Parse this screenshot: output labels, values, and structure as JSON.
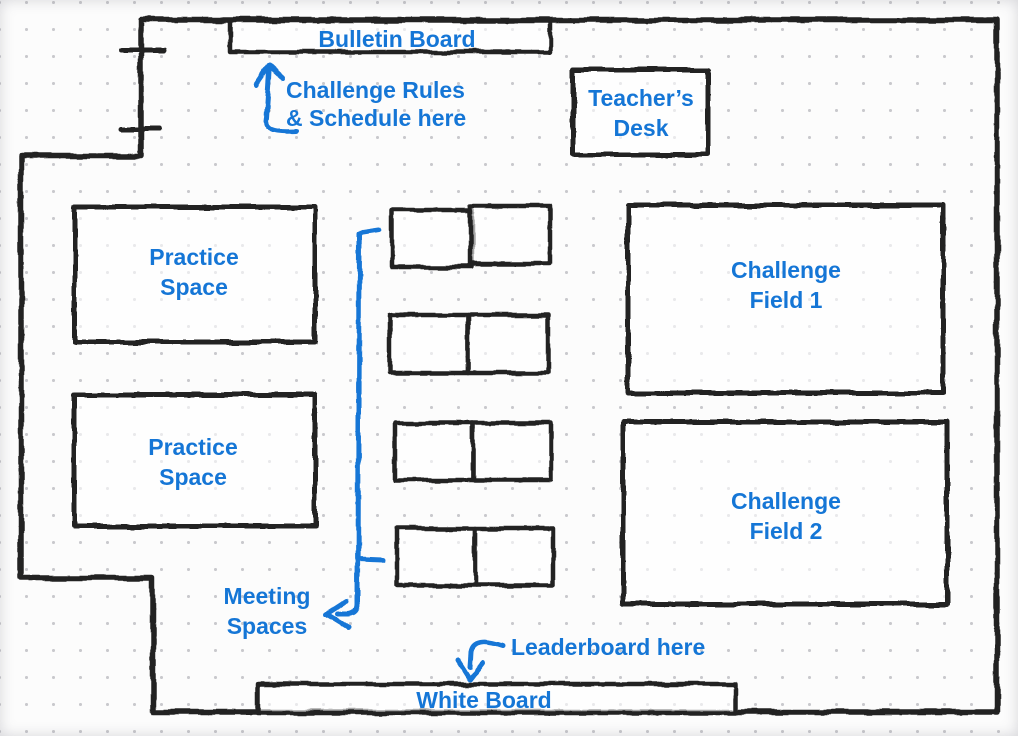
{
  "colors": {
    "ink": "#242424",
    "accent": "#1576d6",
    "dots": "#c9c9cd",
    "paper": "#fcfcfc"
  },
  "labels": {
    "bulletin_board": "Bulletin Board",
    "teachers_desk": {
      "line1": "Teacher’s",
      "line2": "Desk"
    },
    "practice_space_1": {
      "line1": "Practice",
      "line2": "Space"
    },
    "practice_space_2": {
      "line1": "Practice",
      "line2": "Space"
    },
    "challenge_field_1": {
      "line1": "Challenge",
      "line2": "Field 1"
    },
    "challenge_field_2": {
      "line1": "Challenge",
      "line2": "Field 2"
    },
    "white_board": "White Board"
  },
  "annotations": {
    "rules_note": {
      "line1": "Challenge Rules",
      "line2": "& Schedule here"
    },
    "meeting_note": {
      "line1": "Meeting",
      "line2": "Spaces"
    },
    "leaderboard_note": "Leaderboard here"
  },
  "icons": {
    "rules_arrow": "up-arrow",
    "meeting_arrow": "left-arrow-bracket",
    "leaderboard_arrow": "down-arrow",
    "door_marks": "door-tick-marks"
  }
}
